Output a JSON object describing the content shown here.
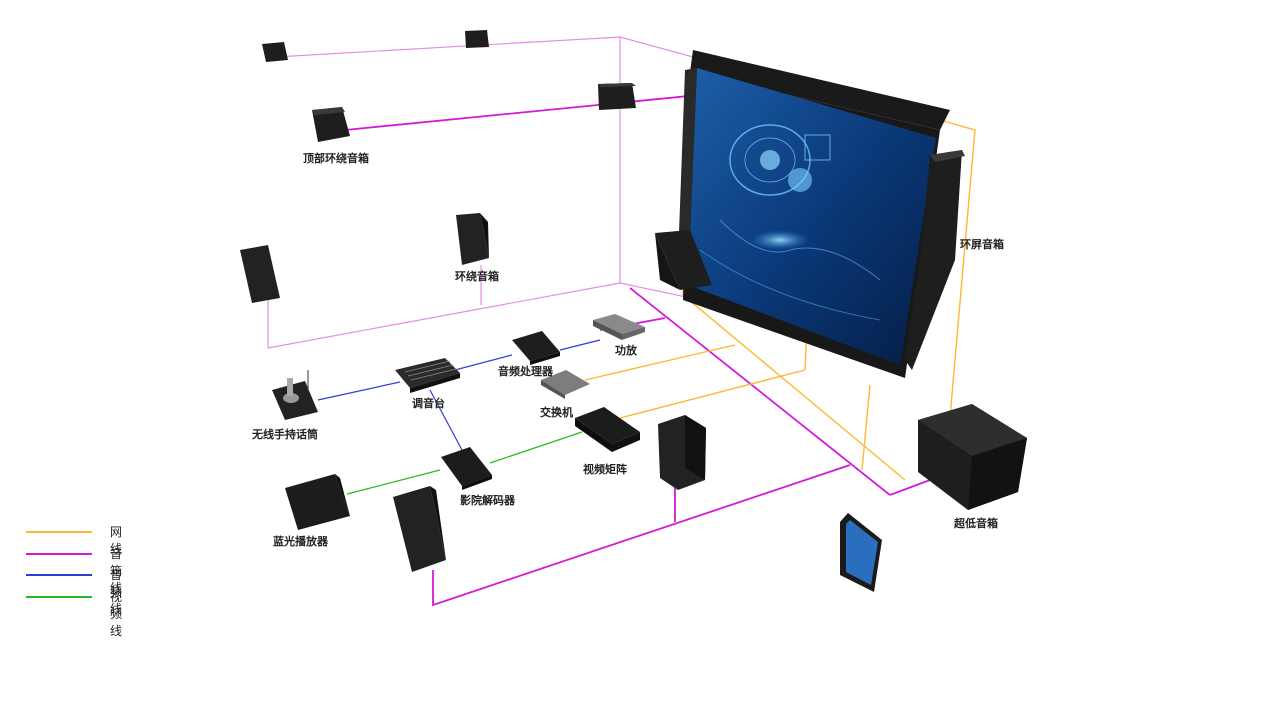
{
  "labels": {
    "top_surround_speaker": "顶部环绕音箱",
    "surround_speaker": "环绕音箱",
    "screen_speaker": "环屏音箱",
    "amplifier": "功放",
    "audio_processor": "音频处理器",
    "mixer": "调音台",
    "switch": "交换机",
    "wireless_mic": "无线手持话筒",
    "video_matrix": "视频矩阵",
    "cinema_decoder": "影院解码器",
    "bluray_player": "蓝光播放器",
    "subwoofer": "超低音箱"
  },
  "legend": [
    {
      "label": "网线",
      "color": "#ffb733"
    },
    {
      "label": "音箱线",
      "color": "#d21ad8"
    },
    {
      "label": "音频线",
      "color": "#2b3fd6"
    },
    {
      "label": "视频线",
      "color": "#28b828"
    }
  ],
  "colors": {
    "network": "#ffb733",
    "speaker": "#d21ad8",
    "audio": "#2b3fd6",
    "video": "#28b828",
    "room_outline": "#e48ee6",
    "device_dark": "#1c1c1c",
    "screen_blue": "#0d3a7a"
  }
}
